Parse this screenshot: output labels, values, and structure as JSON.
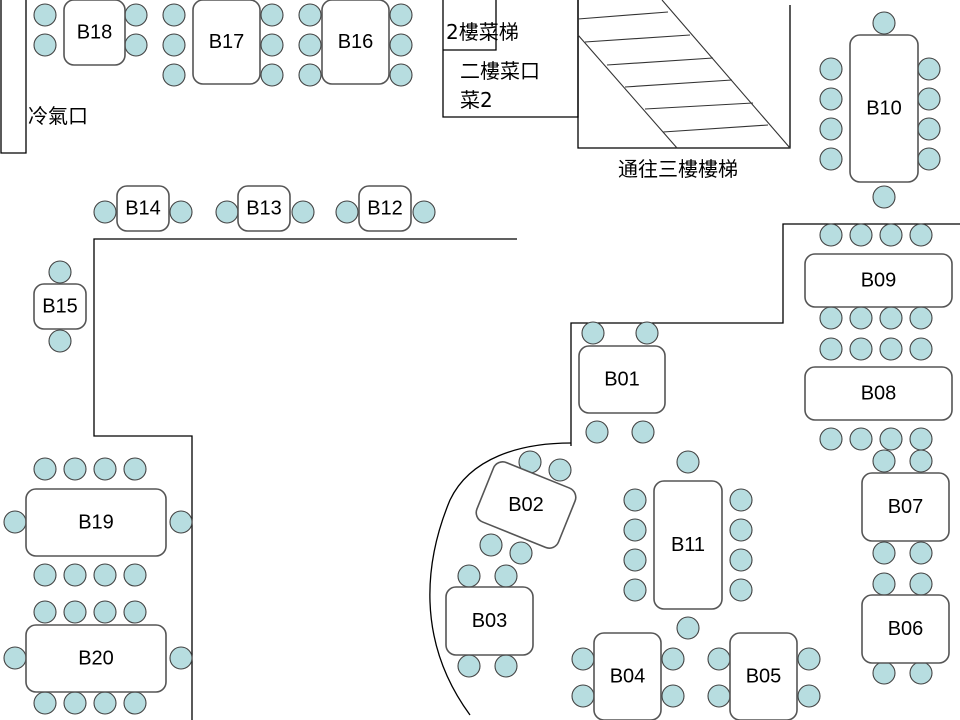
{
  "title": "2樓座位配置圖",
  "labels": {
    "ac_vent": "冷氣口",
    "dish_lift": "2樓菜梯",
    "dish_window_line1": "二樓菜口",
    "dish_window_line2": "菜2",
    "stairs_to_3f": "通往三樓樓梯"
  },
  "colors": {
    "seat_fill": "#b7dde0",
    "table_stroke": "#555555",
    "wall_stroke": "#000000"
  },
  "tables": [
    {
      "id": "B01",
      "seats": 4
    },
    {
      "id": "B02",
      "seats": 4
    },
    {
      "id": "B03",
      "seats": 4
    },
    {
      "id": "B04",
      "seats": 4
    },
    {
      "id": "B05",
      "seats": 4
    },
    {
      "id": "B06",
      "seats": 4
    },
    {
      "id": "B07",
      "seats": 4
    },
    {
      "id": "B08",
      "seats": 8
    },
    {
      "id": "B09",
      "seats": 8
    },
    {
      "id": "B10",
      "seats": 10
    },
    {
      "id": "B11",
      "seats": 10
    },
    {
      "id": "B12",
      "seats": 2
    },
    {
      "id": "B13",
      "seats": 2
    },
    {
      "id": "B14",
      "seats": 2
    },
    {
      "id": "B15",
      "seats": 2
    },
    {
      "id": "B16",
      "seats": 6
    },
    {
      "id": "B17",
      "seats": 6
    },
    {
      "id": "B18",
      "seats": 4
    },
    {
      "id": "B19",
      "seats": 10
    },
    {
      "id": "B20",
      "seats": 10
    }
  ]
}
